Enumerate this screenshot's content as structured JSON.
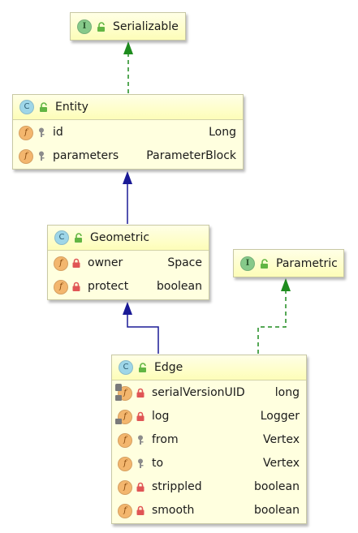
{
  "colors": {
    "node_fill": "#ffffdf",
    "node_border": "#c8c8a4",
    "inheritance_edge": "#1a1a96",
    "realization_edge": "#1e8c1e"
  },
  "nodes": {
    "serializable": {
      "kind": "interface",
      "kind_letter": "I",
      "visibility": "public",
      "name": "Serializable",
      "fields": []
    },
    "entity": {
      "kind": "class",
      "kind_letter": "C",
      "visibility": "public",
      "name": "Entity",
      "fields": [
        {
          "badge": "f",
          "visibility": "package",
          "name": "id",
          "type": "Long"
        },
        {
          "badge": "f",
          "visibility": "package",
          "name": "parameters",
          "type": "ParameterBlock"
        }
      ]
    },
    "geometric": {
      "kind": "class",
      "kind_letter": "C",
      "visibility": "public",
      "name": "Geometric",
      "fields": [
        {
          "badge": "f",
          "visibility": "private",
          "name": "owner",
          "type": "Space"
        },
        {
          "badge": "f",
          "visibility": "private",
          "name": "protect",
          "type": "boolean"
        }
      ]
    },
    "parametric": {
      "kind": "interface",
      "kind_letter": "I",
      "visibility": "public",
      "name": "Parametric",
      "fields": []
    },
    "edge": {
      "kind": "class",
      "kind_letter": "C",
      "visibility": "public",
      "name": "Edge",
      "fields": [
        {
          "badge": "f",
          "modifier": "static-final",
          "visibility": "private",
          "name": "serialVersionUID",
          "type": "long"
        },
        {
          "badge": "f",
          "modifier": "final",
          "visibility": "private",
          "name": "log",
          "type": "Logger"
        },
        {
          "badge": "f",
          "visibility": "package",
          "name": "from",
          "type": "Vertex"
        },
        {
          "badge": "f",
          "visibility": "package",
          "name": "to",
          "type": "Vertex"
        },
        {
          "badge": "f",
          "visibility": "private",
          "name": "strippled",
          "type": "boolean"
        },
        {
          "badge": "f",
          "visibility": "private",
          "name": "smooth",
          "type": "boolean"
        }
      ]
    }
  },
  "edges": [
    {
      "from": "entity",
      "to": "serializable",
      "relation": "realization"
    },
    {
      "from": "geometric",
      "to": "entity",
      "relation": "inheritance"
    },
    {
      "from": "edge",
      "to": "geometric",
      "relation": "inheritance"
    },
    {
      "from": "edge",
      "to": "parametric",
      "relation": "realization"
    }
  ]
}
